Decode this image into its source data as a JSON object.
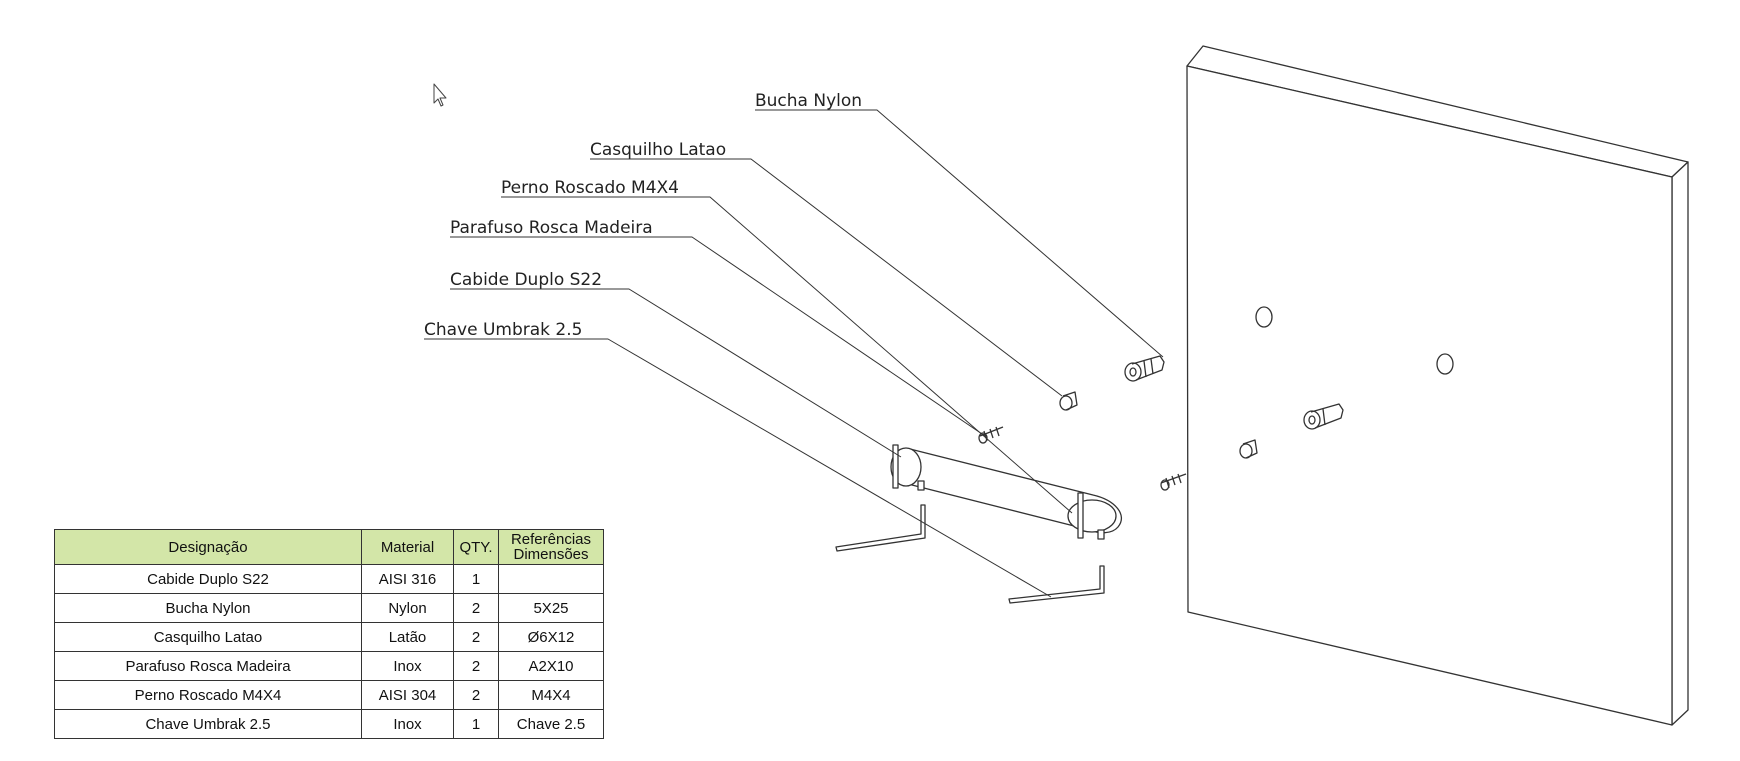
{
  "callouts": {
    "bucha_nylon": "Bucha Nylon",
    "casquilho_latao": "Casquilho Latao",
    "perno_roscado": "Perno Roscado M4X4",
    "parafuso_rosca": "Parafuso Rosca Madeira",
    "cabide_duplo": "Cabide Duplo S22",
    "chave_umbrak": "Chave Umbrak 2.5"
  },
  "bom": {
    "headers": {
      "designacao": "Designação",
      "material": "Material",
      "qty": "QTY.",
      "ref_line1": "Referências",
      "ref_line2": "Dimensões"
    },
    "rows": [
      {
        "designacao": "Cabide Duplo S22",
        "material": "AISI 316",
        "qty": "1",
        "ref": ""
      },
      {
        "designacao": "Bucha Nylon",
        "material": "Nylon",
        "qty": "2",
        "ref": "5X25"
      },
      {
        "designacao": "Casquilho Latao",
        "material": "Latão",
        "qty": "2",
        "ref": "Ø6X12"
      },
      {
        "designacao": "Parafuso Rosca Madeira",
        "material": "Inox",
        "qty": "2",
        "ref": "A2X10"
      },
      {
        "designacao": "Perno Roscado M4X4",
        "material": "AISI 304",
        "qty": "2",
        "ref": "M4X4"
      },
      {
        "designacao": "Chave Umbrak 2.5",
        "material": "Inox",
        "qty": "1",
        "ref": "Chave 2.5"
      }
    ]
  },
  "colors": {
    "header_fill": "#d3e6a8",
    "line": "#333333"
  }
}
